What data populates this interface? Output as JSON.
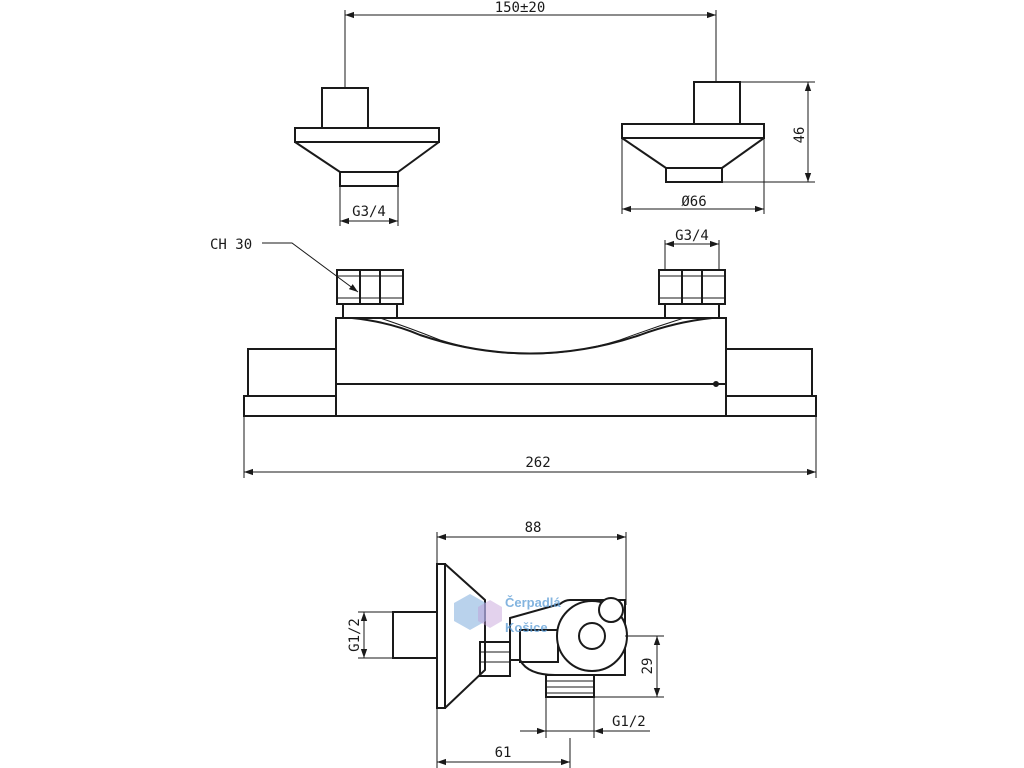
{
  "dimensions": {
    "center_distance": "150±20",
    "height_escutcheon": "46",
    "diameter_escutcheon": "Ø66",
    "thread_top_left": "G3/4",
    "thread_mid_right": "G3/4",
    "wrench_size": "CH 30",
    "overall_length": "262",
    "depth": "88",
    "thread_inlet_side": "G1/2",
    "outlet_height": "29",
    "thread_outlet": "G1/2",
    "outlet_offset": "61"
  },
  "watermark": {
    "line1": "Čerpadlá",
    "line2": "Košice",
    "color": "#5a9bd5"
  }
}
